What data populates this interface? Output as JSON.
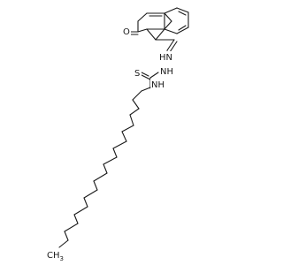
{
  "molecule": {
    "atom_labels": {
      "oxygen": "O",
      "hydrazine_nh_upper": "HN",
      "hydrazine_nh_lower": "NH",
      "thione_sulfur": "S",
      "amide_nh": "NH",
      "terminal_methyl": "CH3",
      "terminal_methyl_main": "CH",
      "terminal_methyl_subscript": "3"
    }
  }
}
